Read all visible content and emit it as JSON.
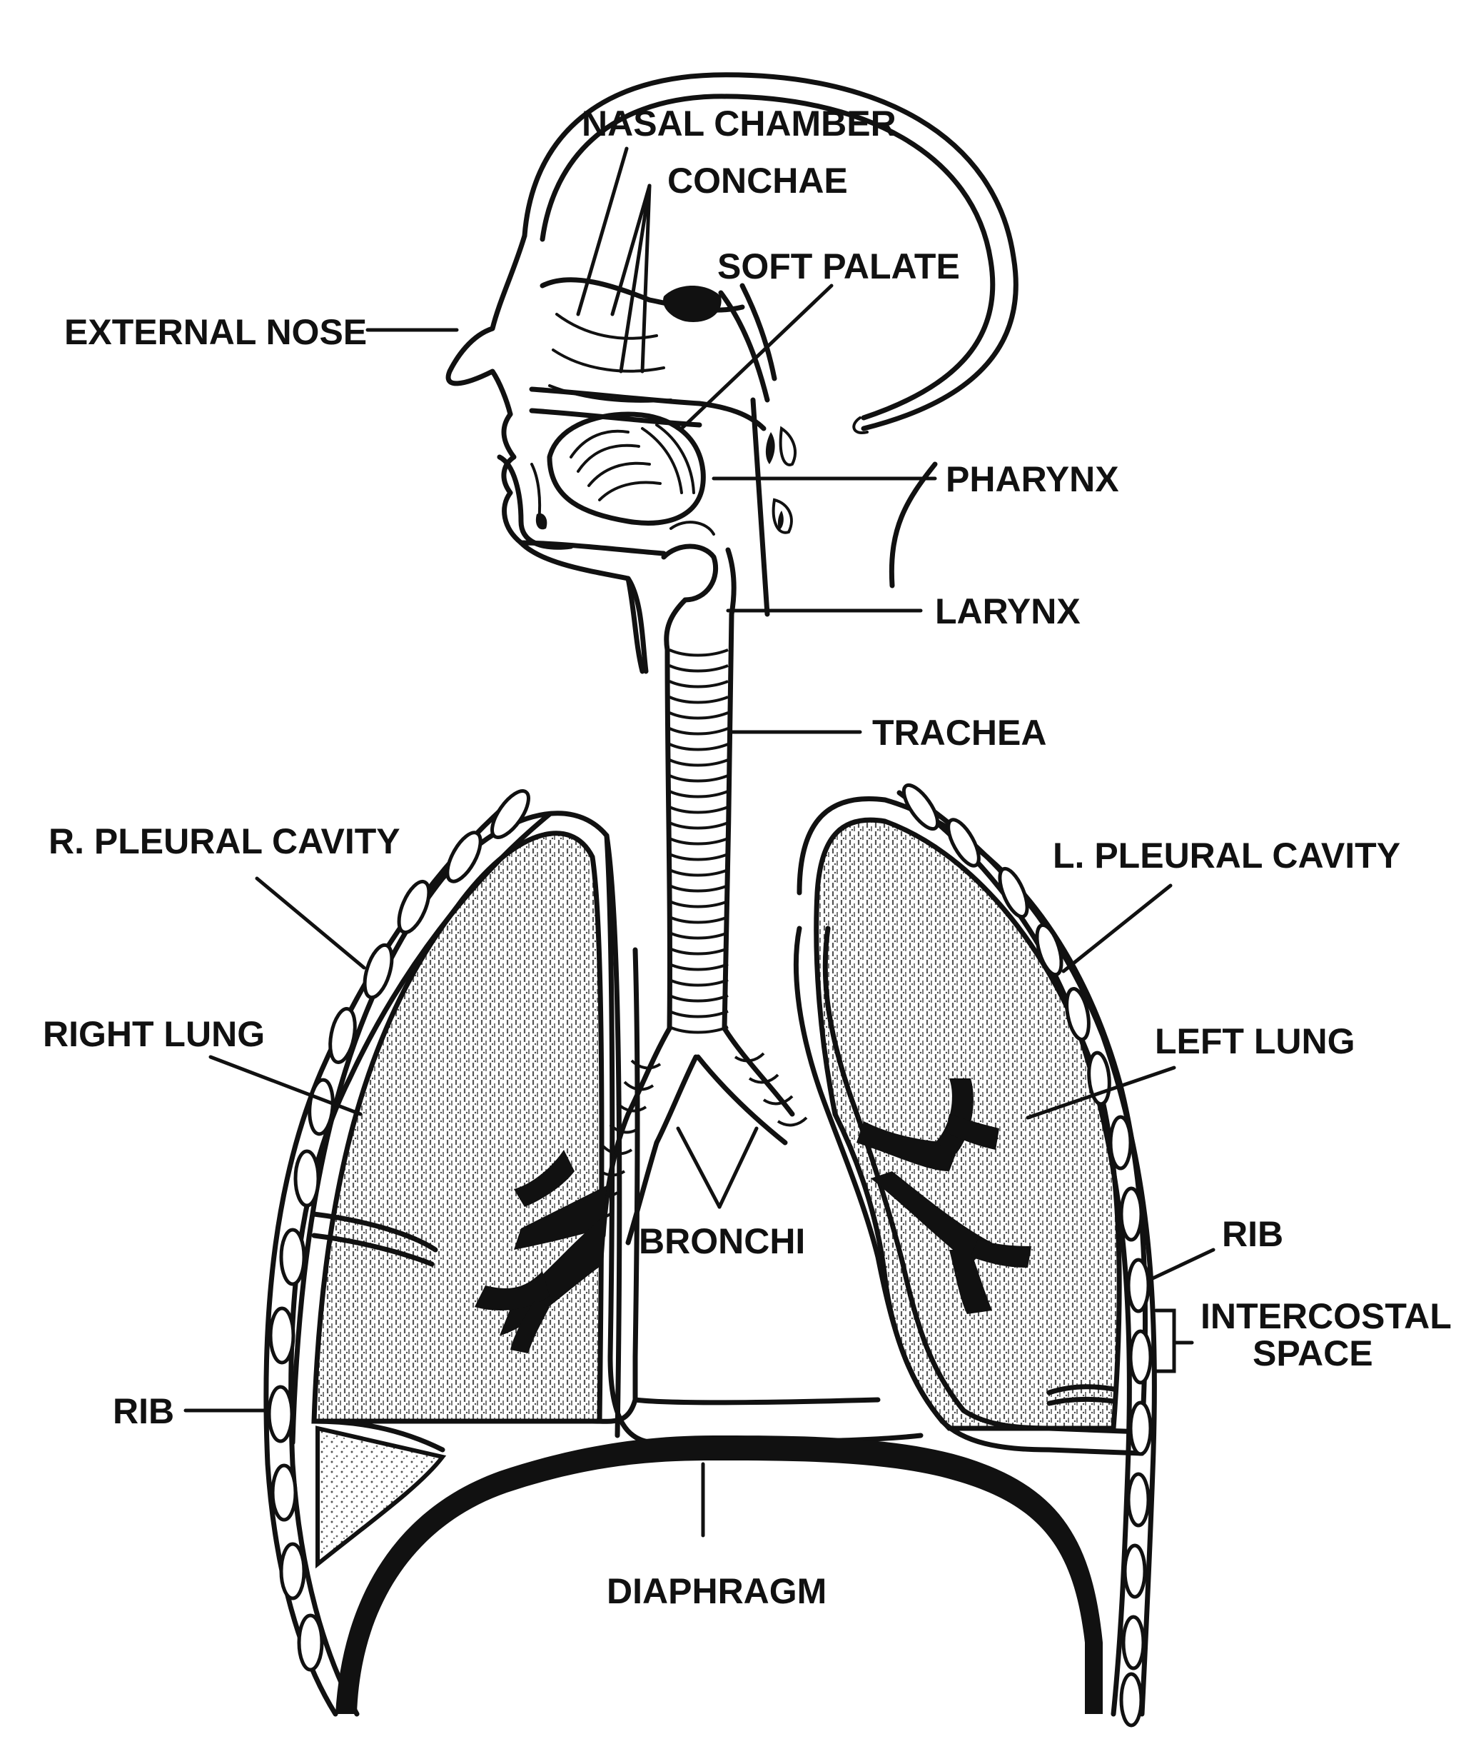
{
  "labels": {
    "nasal_chamber": "NASAL CHAMBER",
    "conchae": "CONCHAE",
    "soft_palate": "SOFT PALATE",
    "external_nose": "EXTERNAL NOSE",
    "pharynx": "PHARYNX",
    "larynx": "LARYNX",
    "trachea": "TRACHEA",
    "r_pleural_cavity": "R. PLEURAL CAVITY",
    "l_pleural_cavity": "L. PLEURAL CAVITY",
    "right_lung": "RIGHT LUNG",
    "left_lung": "LEFT LUNG",
    "bronchi": "BRONCHI",
    "rib_left": "RIB",
    "rib_right": "RIB",
    "intercostal_line1": "INTERCOSTAL",
    "intercostal_line2": "SPACE",
    "diaphragm": "DIAPHRAGM"
  },
  "colors": {
    "ink": "#111111",
    "paper": "#ffffff",
    "lung_fill": "#bdbdbd"
  }
}
